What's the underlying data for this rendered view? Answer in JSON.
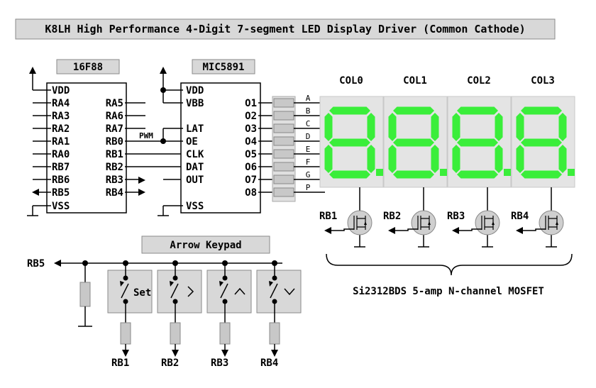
{
  "title": "K8LH High Performance 4-Digit 7-segment LED Display Driver (Common Cathode)",
  "pic": {
    "name": "16F88",
    "left_pins": [
      "VDD",
      "RA4",
      "RA3",
      "RA2",
      "RA1",
      "RA0",
      "RB7",
      "RB6",
      "RB5",
      "VSS"
    ],
    "right_pins": [
      "RA5",
      "RA6",
      "RA7",
      "RB0",
      "RB1",
      "RB2",
      "RB3",
      "RB4"
    ],
    "pwm_label": "PWM"
  },
  "driver": {
    "name": "MIC5891",
    "left_pins": [
      "VDD",
      "VBB",
      "LAT",
      "OE",
      "CLK",
      "DAT",
      "OUT",
      "VSS"
    ],
    "right_pins": [
      "O1",
      "O2",
      "O3",
      "O4",
      "O5",
      "O6",
      "O7",
      "O8"
    ]
  },
  "segment_letters": [
    "A",
    "B",
    "C",
    "D",
    "E",
    "F",
    "G",
    "P"
  ],
  "columns": [
    "COL0",
    "COL1",
    "COL2",
    "COL3"
  ],
  "mosfet_labels": [
    "RB1",
    "RB2",
    "RB3",
    "RB4"
  ],
  "mosfet_caption": "Si2312BDS 5-amp N-channel MOSFET",
  "keypad": {
    "title": "Arrow Keypad",
    "rb5_label": "RB5",
    "keys": [
      {
        "label": "Set",
        "icon": "set-text"
      },
      {
        "label": "",
        "icon": "arrow-right-icon"
      },
      {
        "label": "",
        "icon": "arrow-up-icon"
      },
      {
        "label": "",
        "icon": "arrow-down-icon"
      }
    ],
    "bottom_labels": [
      "RB1",
      "RB2",
      "RB3",
      "RB4"
    ]
  },
  "colors": {
    "segment": "#3aee3a",
    "box": "#d8d8d8"
  }
}
